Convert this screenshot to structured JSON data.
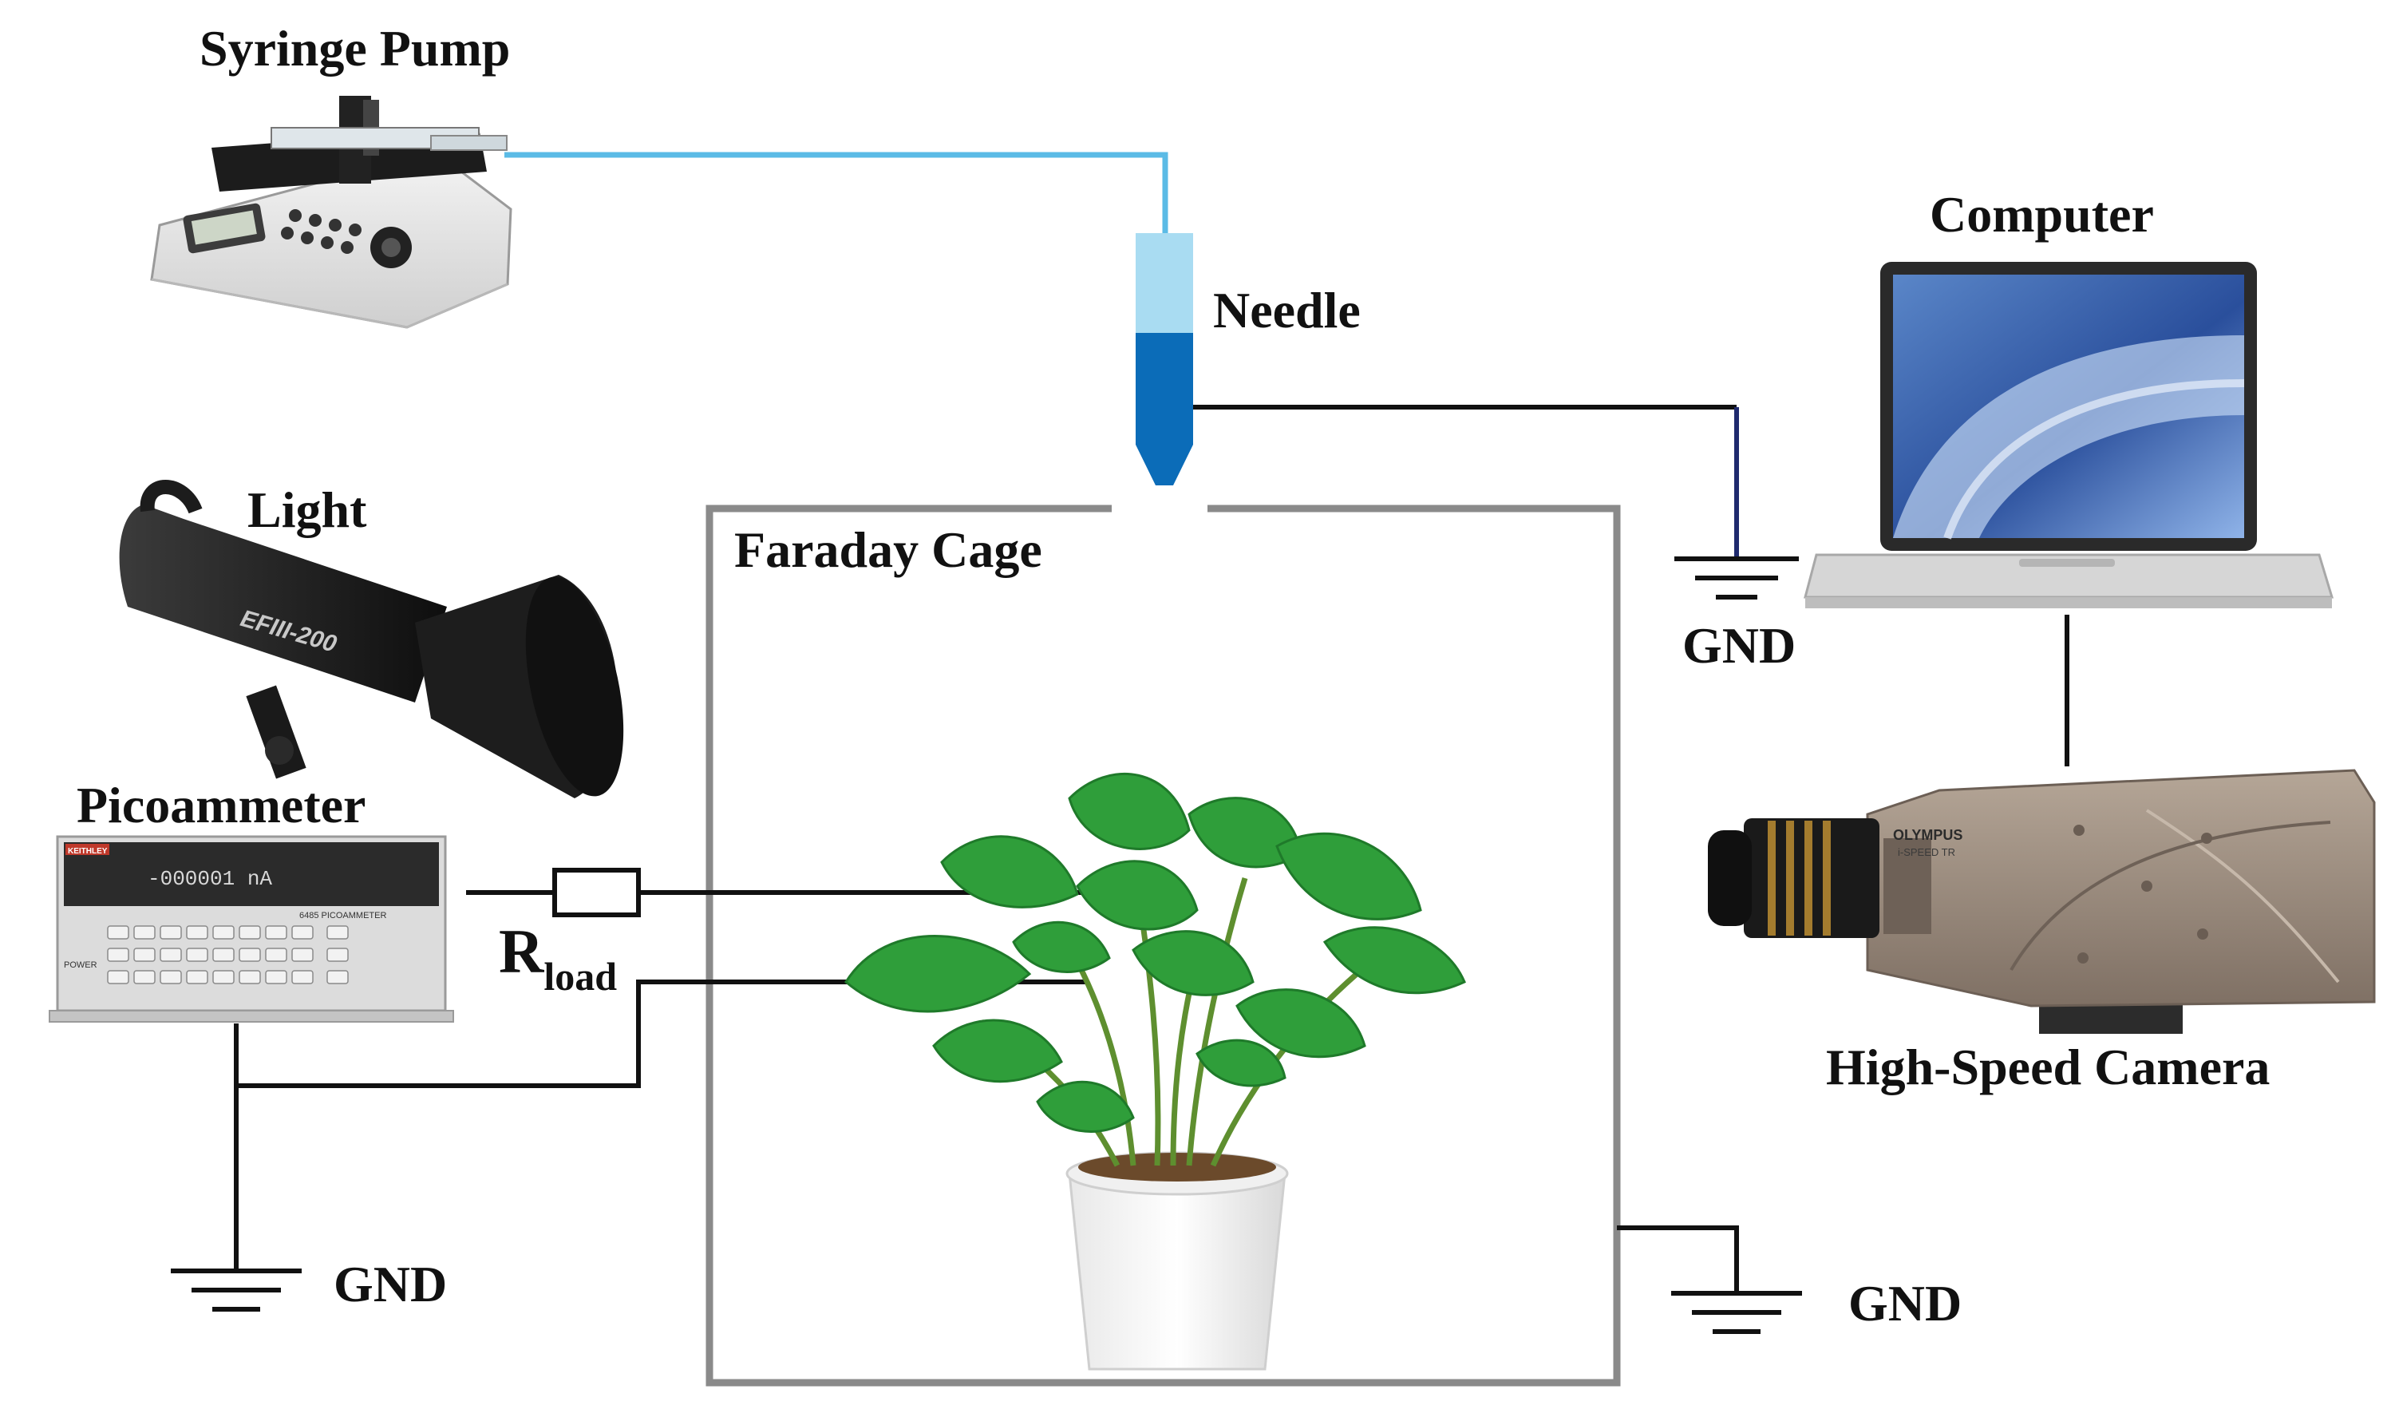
{
  "labels": {
    "syringe_pump": "Syringe Pump",
    "needle": "Needle",
    "computer": "Computer",
    "light": "Light",
    "faraday_cage": "Faraday Cage",
    "gnd_top": "GND",
    "picoammeter": "Picoammeter",
    "r_main": "R",
    "r_sub": "load",
    "high_speed_camera": "High-Speed Camera",
    "gnd_left": "GND",
    "gnd_bottom_right": "GND"
  },
  "device_text": {
    "light_model": "EFIII-200",
    "picoammeter_brand": "KEITHLEY",
    "picoammeter_display": "-000001 nA",
    "picoammeter_model": "6485 PICOAMMETER",
    "picoammeter_power": "POWER",
    "camera_brand": "OLYMPUS",
    "camera_model": "i-SPEED TR"
  },
  "colors": {
    "tube": "#5bbbe6",
    "needle_light": "#a9dcf2",
    "needle_dark": "#0b6cb8",
    "wire": "#111111",
    "cage": "#8a8a8a",
    "leaf": "#2f9e3a",
    "camera_body": "#9a8a7c"
  }
}
